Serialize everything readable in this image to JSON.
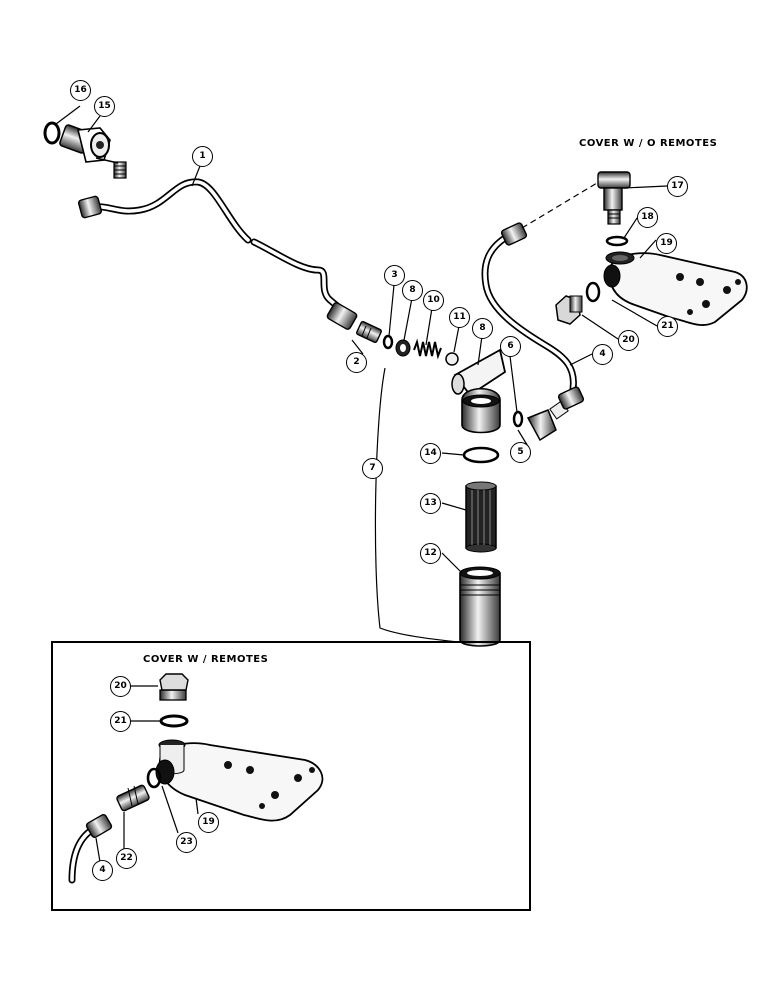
{
  "headings": {
    "cover_without_remotes": "COVER W / O REMOTES",
    "cover_with_remotes": "COVER W / REMOTES"
  },
  "callouts": {
    "c1": "1",
    "c2": "2",
    "c3": "3",
    "c4": "4",
    "c5": "5",
    "c6": "6",
    "c7": "7",
    "c8a": "8",
    "c8b": "8",
    "c10": "10",
    "c11": "11",
    "c12": "12",
    "c13": "13",
    "c14": "14",
    "c15": "15",
    "c16": "16",
    "c17": "17",
    "c18": "18",
    "c19": "19",
    "c20": "20",
    "c21": "21",
    "i20": "20",
    "i21": "21",
    "i19": "19",
    "i23": "23",
    "i22": "22",
    "i4": "4"
  }
}
